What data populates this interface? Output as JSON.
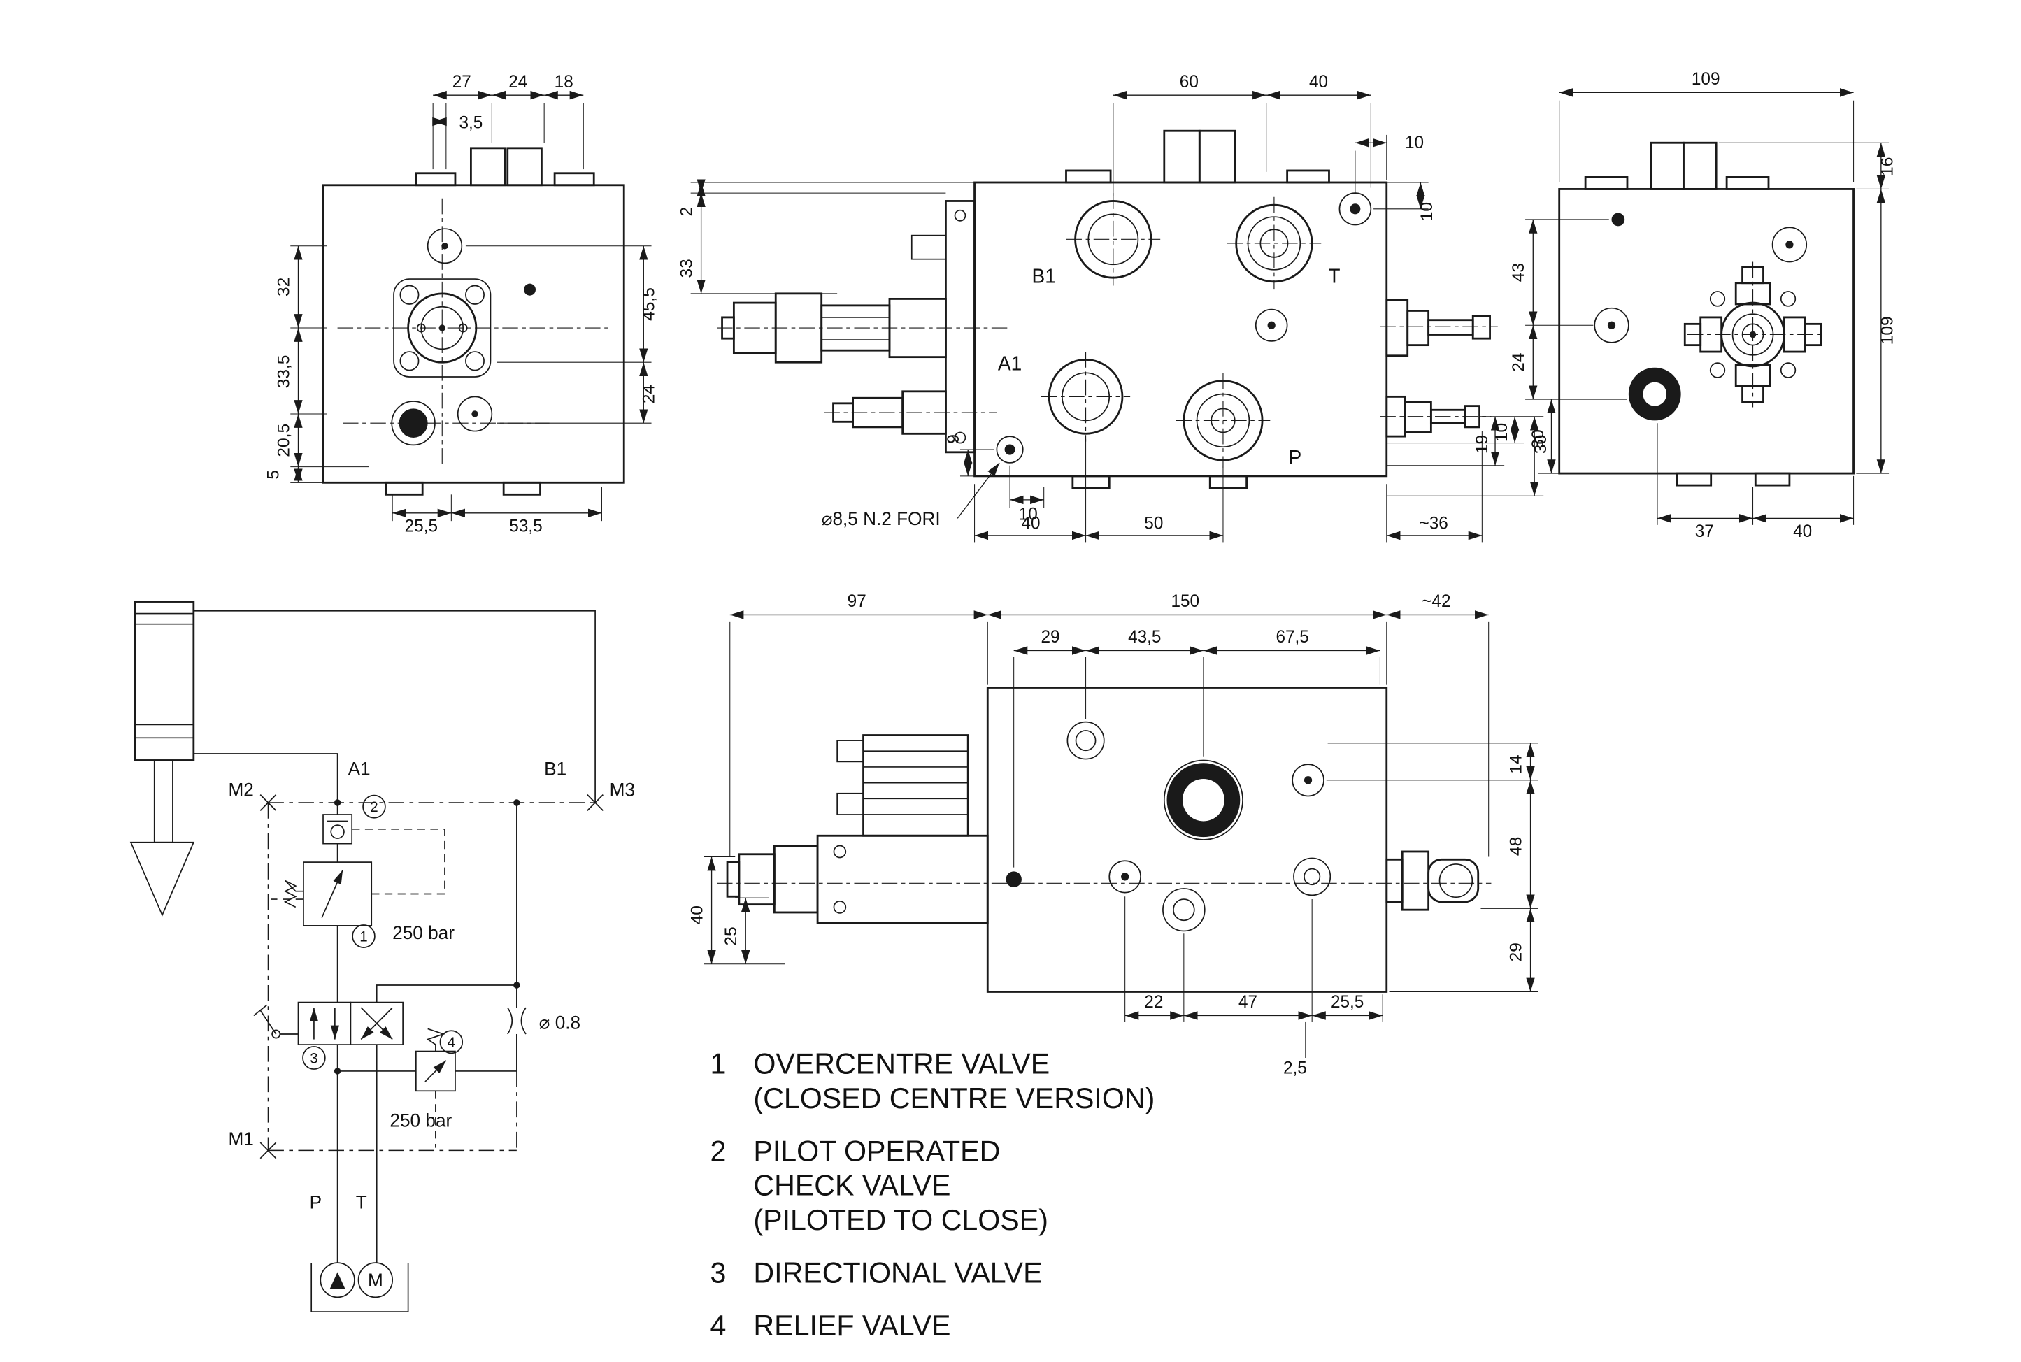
{
  "drawing": {
    "bg": "#ffffff",
    "ink": "#1a1a1a"
  },
  "view_end_left": {
    "dims": {
      "top_27": "27",
      "top_24": "24",
      "top_18": "18",
      "top_35": "3,5",
      "left_32": "32",
      "left_335": "33,5",
      "left_205": "20,5",
      "left_5": "5",
      "right_455": "45,5",
      "right_24": "24",
      "bottom_255": "25,5",
      "bottom_535": "53,5"
    }
  },
  "view_front": {
    "ports": {
      "b1": "B1",
      "t": "T",
      "a1": "A1",
      "p": "P"
    },
    "note": "⌀8,5 N.2 FORI",
    "dims": {
      "top_60": "60",
      "top_40": "40",
      "tr_10a": "10",
      "tr_10b": "10",
      "left_2": "2",
      "left_33": "33",
      "bl_9": "9",
      "bl_10": "10",
      "bottom_40": "40",
      "bottom_50": "50",
      "bottom_36": "~36",
      "rb_19": "19",
      "rb_10": "10",
      "rb_30": "30"
    }
  },
  "view_end_right": {
    "dims": {
      "top_109": "109",
      "right_16": "16",
      "right_109": "109",
      "left_43": "43",
      "left_24": "24",
      "left_30": "30",
      "bottom_37": "37",
      "bottom_40": "40"
    }
  },
  "view_top": {
    "dims": {
      "top_97": "97",
      "top_150": "150",
      "top_42": "~42",
      "in_29": "29",
      "in_435": "43,5",
      "in_675": "67,5",
      "right_14": "14",
      "right_48": "48",
      "right_29": "29",
      "left_40": "40",
      "left_25": "25",
      "bottom_22": "22",
      "bottom_47": "47",
      "bottom_255": "25,5",
      "bottom_25": "2,5"
    }
  },
  "schematic": {
    "labels": {
      "a1": "A1",
      "b1": "B1",
      "m1": "M1",
      "m2": "M2",
      "m3": "M3",
      "p": "P",
      "t": "T",
      "m": "M"
    },
    "callouts": {
      "c1": "1",
      "c2": "2",
      "c3": "3",
      "c4": "4"
    },
    "values": {
      "relief1": "250 bar",
      "relief2": "250 bar",
      "orifice": "⌀ 0.8"
    }
  },
  "legend": {
    "items": [
      {
        "num": "1",
        "lines": [
          "OVERCENTRE VALVE",
          "(CLOSED CENTRE VERSION)"
        ]
      },
      {
        "num": "2",
        "lines": [
          "PILOT OPERATED",
          "CHECK VALVE",
          "(PILOTED TO CLOSE)"
        ]
      },
      {
        "num": "3",
        "lines": [
          "DIRECTIONAL VALVE"
        ]
      },
      {
        "num": "4",
        "lines": [
          "RELIEF VALVE"
        ]
      }
    ]
  }
}
